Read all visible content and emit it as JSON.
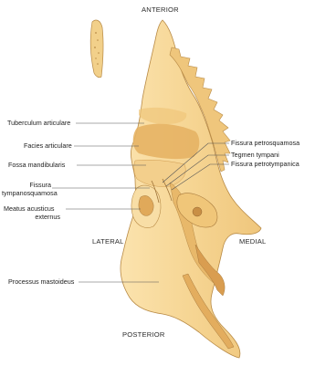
{
  "orientation": {
    "anterior": "ANTERIOR",
    "posterior": "POSTERIOR",
    "lateral": "LATERAL",
    "medial": "MEDIAL"
  },
  "labels_left": [
    {
      "id": "tuberculum",
      "text": "Tuberculum articulare"
    },
    {
      "id": "facies",
      "text": "Facies articulare"
    },
    {
      "id": "fossa",
      "text": "Fossa mandibularis"
    },
    {
      "id": "fissura_tympano",
      "line1": "Fissura",
      "line2": "tympanosquamosa"
    },
    {
      "id": "meatus",
      "line1": "Meatus acusticus",
      "line2": "externus"
    },
    {
      "id": "processus",
      "text": "Processus mastoideus"
    }
  ],
  "labels_right": [
    {
      "id": "petrosquamosa",
      "text": "Fissura petrosquamosa"
    },
    {
      "id": "tegmen",
      "text": "Tegmen tympani"
    },
    {
      "id": "petrotympanica",
      "text": "Fissura petrotympanica"
    }
  ],
  "colors": {
    "bone": "#f5d596",
    "bone_light": "#fbe6b8",
    "articular": "#e9b868",
    "shade": "#d9a95c",
    "outline": "#b88a45",
    "leader": "#555555"
  }
}
